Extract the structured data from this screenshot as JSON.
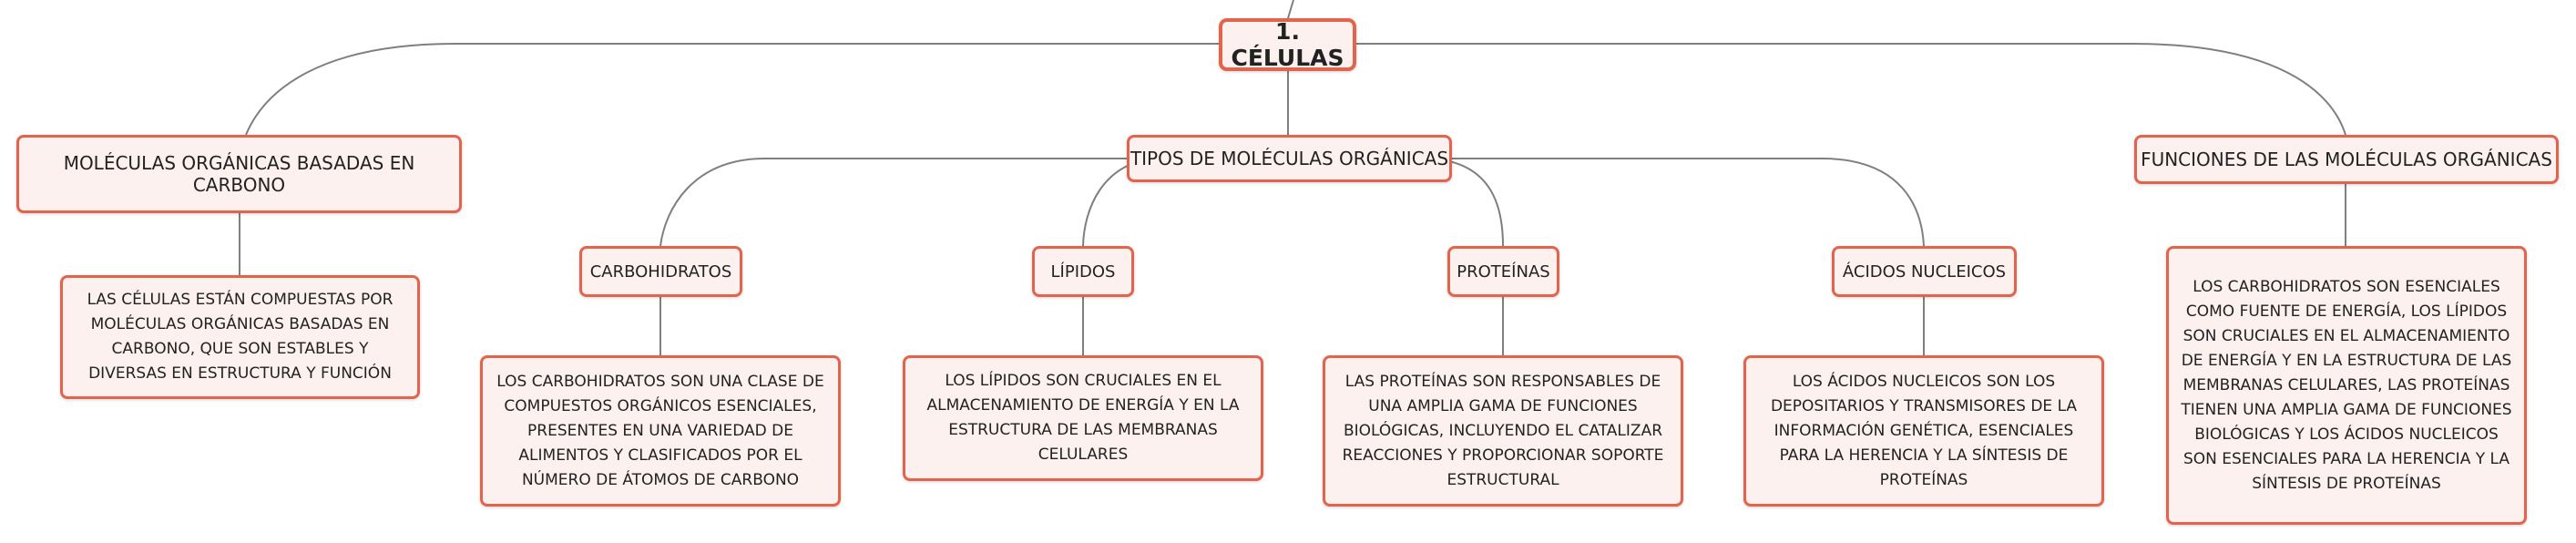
{
  "map": {
    "root": "1. CÉLULAS",
    "branches": [
      {
        "title": "MOLÉCULAS ORGÁNICAS BASADAS EN CARBONO",
        "detail": "LAS CÉLULAS ESTÁN COMPUESTAS POR MOLÉCULAS ORGÁNICAS BASADAS EN CARBONO, QUE SON ESTABLES Y DIVERSAS EN ESTRUCTURA Y FUNCIÓN"
      },
      {
        "title": "TIPOS DE MOLÉCULAS ORGÁNICAS",
        "children": [
          {
            "title": "CARBOHIDRATOS",
            "detail": "LOS CARBOHIDRATOS SON UNA CLASE DE COMPUESTOS ORGÁNICOS ESENCIALES, PRESENTES EN UNA VARIEDAD DE ALIMENTOS Y CLASIFICADOS POR EL NÚMERO DE ÁTOMOS DE CARBONO"
          },
          {
            "title": "LÍPIDOS",
            "detail": "LOS LÍPIDOS SON CRUCIALES EN EL ALMACENAMIENTO DE ENERGÍA Y EN LA ESTRUCTURA DE LAS MEMBRANAS CELULARES"
          },
          {
            "title": "PROTEÍNAS",
            "detail": "LAS PROTEÍNAS SON RESPONSABLES DE UNA AMPLIA GAMA DE FUNCIONES BIOLÓGICAS, INCLUYENDO EL CATALIZAR REACCIONES Y PROPORCIONAR SOPORTE ESTRUCTURAL"
          },
          {
            "title": "ÁCIDOS NUCLEICOS",
            "detail": "LOS ÁCIDOS NUCLEICOS SON LOS DEPOSITARIOS Y TRANSMISORES DE LA INFORMACIÓN GENÉTICA, ESENCIALES PARA LA HERENCIA Y LA SÍNTESIS DE PROTEÍNAS"
          }
        ]
      },
      {
        "title": "FUNCIONES DE LAS MOLÉCULAS ORGÁNICAS",
        "detail": "LOS CARBOHIDRATOS SON ESENCIALES COMO FUENTE DE ENERGÍA, LOS LÍPIDOS SON CRUCIALES EN EL ALMACENAMIENTO DE ENERGÍA Y EN LA ESTRUCTURA DE LAS MEMBRANAS CELULARES, LAS PROTEÍNAS TIENEN UNA AMPLIA GAMA DE FUNCIONES BIOLÓGICAS Y LOS ÁCIDOS NUCLEICOS SON ESENCIALES PARA LA HERENCIA Y LA SÍNTESIS DE PROTEÍNAS"
      }
    ]
  },
  "colors": {
    "node_border": "#e3644c",
    "node_fill": "#fdf1ef",
    "connector": "#7f7f7f",
    "text": "#222222"
  }
}
